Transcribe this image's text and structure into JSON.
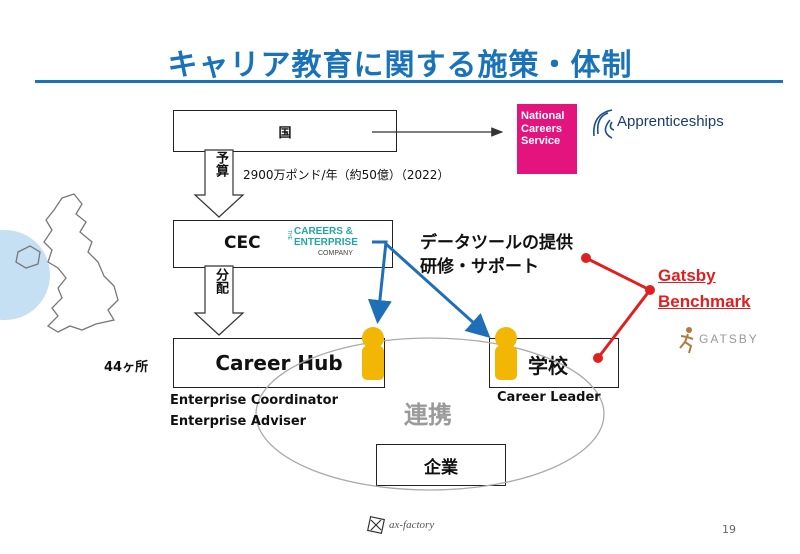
{
  "title": "キャリア教育に関する施策・体制",
  "nodes": {
    "government": "国",
    "cec": "CEC",
    "career_hub": "Career Hub",
    "school": "学校",
    "business": "企業"
  },
  "labels": {
    "budget": "2900万ポンド/年（約50億）（2022）",
    "arrow_budget": "予算",
    "arrow_distribute": "分配",
    "hub_count": "44ヶ所",
    "data_tools_line1": "データツールの提供",
    "data_tools_line2": "研修・サポート",
    "enterprise_coordinator": "Enterprise Coordinator",
    "enterprise_adviser": "Enterprise Adviser",
    "career_leader": "Career Leader",
    "collaboration": "連携",
    "gatsby_line1": "Gatsby",
    "gatsby_line2": "Benchmark",
    "page_number": "19"
  },
  "logos": {
    "ncs_line1": "National",
    "ncs_line2": "Careers",
    "ncs_line3": "Service",
    "apprenticeships": "Apprenticeships",
    "careers_enterprise_line1": "CAREERS &",
    "careers_enterprise_line2": "ENTERPRISE",
    "careers_enterprise_line3": "COMPANY",
    "careers_enterprise_prefix": "THE",
    "gatsby_foundation": "GATSBY",
    "footer_logo": "ax-factory"
  },
  "colors": {
    "title_blue": "#1a73b8",
    "arrow_blue": "#1f6fb8",
    "gatsby_red": "#e02020",
    "ncs_pink": "#e3147e",
    "person_yellow": "#f2b705",
    "cec_teal": "#23a5a0"
  }
}
